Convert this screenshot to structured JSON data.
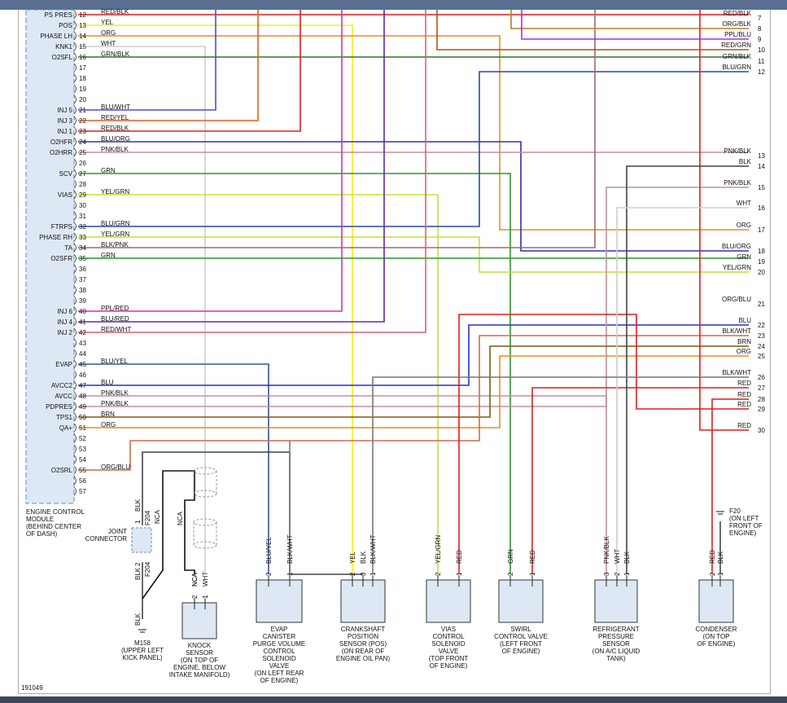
{
  "colors": {
    "RED": "#e21d1d",
    "BLK": "#444444",
    "YEL": "#f1f11a",
    "ORG": "#f08a1c",
    "WHT": "#cfcfcf",
    "GRN": "#2a9a2a",
    "BLU": "#2b2bd6",
    "PPL": "#cf2ed8",
    "BRN": "#7a5a10",
    "PNK": "#d89ab3",
    "RED/BLK": "#e21d1d",
    "RED/YEL": "#ee5a1a",
    "RED/WHT": "#e06070",
    "RED/GRN": "#b8501a",
    "RED/BLU": "#c02478",
    "BLU/WHT": "#4a4ae0",
    "BLU/ORG": "#3030b0",
    "BLU/GRN": "#2a4aa0",
    "BLU/RED": "#5a2ab0",
    "BLU/YEL": "#3a50a0",
    "BLK/WHT": "#777777",
    "BLK/PNK": "#a06a6a",
    "PNK/BLK": "#c090a0",
    "GRN/BLK": "#2a7a2a",
    "YEL/GRN": "#c8e034",
    "YEL/BLK": "#d8d820",
    "ORG/BLK": "#c07a2a",
    "ORG/BLU": "#d26a4a",
    "PPL/RED": "#e02ab0",
    "PPL/BLU": "#b02ae8",
    "GRN/YEL": "#7ac02a"
  },
  "ecm": {
    "label_lines": [
      "ENGINE CONTROL",
      "MODULE",
      "(BEHIND CENTER",
      "OF DASH)"
    ],
    "pins": [
      {
        "n": "12",
        "name": "PS PRES",
        "wire": "RED/BLK"
      },
      {
        "n": "13",
        "name": "POS",
        "wire": "YEL"
      },
      {
        "n": "14",
        "name": "PHASE LH",
        "wire": "ORG"
      },
      {
        "n": "15",
        "name": "KNK1",
        "wire": "WHT"
      },
      {
        "n": "16",
        "name": "O2SFL",
        "wire": "GRN/BLK"
      },
      {
        "n": "17",
        "name": "",
        "wire": ""
      },
      {
        "n": "18",
        "name": "",
        "wire": ""
      },
      {
        "n": "19",
        "name": "",
        "wire": ""
      },
      {
        "n": "20",
        "name": "",
        "wire": ""
      },
      {
        "n": "21",
        "name": "INJ 5",
        "wire": "BLU/WHT"
      },
      {
        "n": "22",
        "name": "INJ 3",
        "wire": "RED/YEL"
      },
      {
        "n": "23",
        "name": "INJ 1",
        "wire": "RED/BLK"
      },
      {
        "n": "24",
        "name": "O2HFR",
        "wire": "BLU/ORG"
      },
      {
        "n": "25",
        "name": "O2HRR",
        "wire": "PNK/BLK"
      },
      {
        "n": "26",
        "name": "",
        "wire": ""
      },
      {
        "n": "27",
        "name": "SCV",
        "wire": "GRN"
      },
      {
        "n": "28",
        "name": "",
        "wire": ""
      },
      {
        "n": "29",
        "name": "VIAS",
        "wire": "YEL/GRN"
      },
      {
        "n": "30",
        "name": "",
        "wire": ""
      },
      {
        "n": "31",
        "name": "",
        "wire": ""
      },
      {
        "n": "32",
        "name": "FTRPS",
        "wire": "BLU/GRN"
      },
      {
        "n": "33",
        "name": "PHASE RH",
        "wire": "YEL/GRN"
      },
      {
        "n": "34",
        "name": "TA",
        "wire": "BLK/PNK"
      },
      {
        "n": "35",
        "name": "O2SFR",
        "wire": "GRN"
      },
      {
        "n": "36",
        "name": "",
        "wire": ""
      },
      {
        "n": "37",
        "name": "",
        "wire": ""
      },
      {
        "n": "38",
        "name": "",
        "wire": ""
      },
      {
        "n": "39",
        "name": "",
        "wire": ""
      },
      {
        "n": "40",
        "name": "INJ 6",
        "wire": "PPL/RED"
      },
      {
        "n": "41",
        "name": "INJ 4",
        "wire": "BLU/RED"
      },
      {
        "n": "42",
        "name": "INJ 2",
        "wire": "RED/WHT"
      },
      {
        "n": "43",
        "name": "",
        "wire": ""
      },
      {
        "n": "44",
        "name": "",
        "wire": ""
      },
      {
        "n": "45",
        "name": "EVAP",
        "wire": "BLU/YEL"
      },
      {
        "n": "46",
        "name": "",
        "wire": ""
      },
      {
        "n": "47",
        "name": "AVCC2",
        "wire": "BLU"
      },
      {
        "n": "48",
        "name": "AVCC",
        "wire": "PNK/BLK"
      },
      {
        "n": "49",
        "name": "PDPRES",
        "wire": "PNK/BLK"
      },
      {
        "n": "50",
        "name": "TPS1",
        "wire": "BRN"
      },
      {
        "n": "51",
        "name": "QA+",
        "wire": "ORG"
      },
      {
        "n": "52",
        "name": "",
        "wire": ""
      },
      {
        "n": "53",
        "name": "",
        "wire": ""
      },
      {
        "n": "54",
        "name": "",
        "wire": ""
      },
      {
        "n": "55",
        "name": "O2SRL",
        "wire": "ORG/BLU"
      },
      {
        "n": "56",
        "name": "",
        "wire": ""
      },
      {
        "n": "57",
        "name": "",
        "wire": ""
      }
    ]
  },
  "right_terminals": [
    {
      "n": "7",
      "wire": "RED/BLK"
    },
    {
      "n": "8",
      "wire": "ORG/BLK"
    },
    {
      "n": "9",
      "wire": "PPL/BLU"
    },
    {
      "n": "10",
      "wire": "RED/GRN"
    },
    {
      "n": "11",
      "wire": "GRN/BLK"
    },
    {
      "n": "12",
      "wire": "BLU/GRN"
    },
    {
      "n": "13",
      "wire": "PNK/BLK"
    },
    {
      "n": "14",
      "wire": "BLK"
    },
    {
      "n": "15",
      "wire": "PNK/BLK"
    },
    {
      "n": "16",
      "wire": "WHT"
    },
    {
      "n": "17",
      "wire": "ORG"
    },
    {
      "n": "18",
      "wire": "BLU/ORG"
    },
    {
      "n": "19",
      "wire": "GRN"
    },
    {
      "n": "20",
      "wire": "YEL/GRN"
    },
    {
      "n": "21",
      "wire": "ORG/BLU"
    },
    {
      "n": "22",
      "wire": "BLU"
    },
    {
      "n": "23",
      "wire": "BLK/WHT"
    },
    {
      "n": "24",
      "wire": "BRN"
    },
    {
      "n": "25",
      "wire": "ORG"
    },
    {
      "n": "26",
      "wire": "BLK/WHT"
    },
    {
      "n": "27",
      "wire": "RED"
    },
    {
      "n": "28",
      "wire": "RED"
    },
    {
      "n": "29",
      "wire": "RED"
    },
    {
      "n": "30",
      "wire": "RED"
    }
  ],
  "components": [
    {
      "id": "knock",
      "lines": [
        "KNOCK",
        "SENSOR",
        "(ON TOP OF",
        "ENGINE, BELOW",
        "INTAKE MANIFOLD)"
      ],
      "pins": [
        "2",
        "1"
      ],
      "wires": [
        "NCA",
        "WHT"
      ]
    },
    {
      "id": "evap",
      "lines": [
        "EVAP",
        "CANISTER",
        "PURGE VOLUME",
        "CONTROL",
        "SOLENOID",
        "VALVE",
        "(ON LEFT REAR",
        "OF ENGINE)"
      ],
      "pins": [
        "2",
        "1"
      ],
      "wires": [
        "BLU/YEL",
        "BLK/WHT"
      ]
    },
    {
      "id": "crank",
      "lines": [
        "CRANKSHAFT",
        "POSITION",
        "SENSOR (POS)",
        "(ON REAR OF",
        "ENGINE OIL PAN)"
      ],
      "pins": [
        "2",
        "3",
        "1"
      ],
      "wires": [
        "YEL",
        "BLK",
        "BLK/WHT"
      ]
    },
    {
      "id": "vias",
      "lines": [
        "VIAS",
        "CONTROL",
        "SOLENOID",
        "VALVE",
        "(TOP FRONT",
        "OF ENGINE)"
      ],
      "pins": [
        "2",
        "1"
      ],
      "wires": [
        "YEL/GRN",
        "RED"
      ]
    },
    {
      "id": "swirl",
      "lines": [
        "SWIRL",
        "CONTROL VALVE",
        "(LEFT FRONT",
        "OF ENGINE)"
      ],
      "pins": [
        "2",
        "1"
      ],
      "wires": [
        "GRN",
        "RED"
      ]
    },
    {
      "id": "refrig",
      "lines": [
        "REFRIGERANT",
        "PRESSURE",
        "SENSOR",
        "(ON A/C LIQUID",
        "TANK)"
      ],
      "pins": [
        "3",
        "2",
        "1"
      ],
      "wires": [
        "PNK/BLK",
        "WHT",
        "BLK"
      ]
    },
    {
      "id": "condenser",
      "lines": [
        "CONDENSER",
        "(ON TOP",
        "OF ENGINE)"
      ],
      "pins": [
        "2",
        "1"
      ],
      "wires": [
        "RED",
        "BLK"
      ]
    }
  ],
  "joint_connector": {
    "lines": [
      "JOINT",
      "CONNECTOR"
    ],
    "top_pin": "1",
    "bottom_pin": "2",
    "top_wire": "BLK",
    "bottom_wire": "BLK",
    "f204": "F204",
    "nca": "NCA"
  },
  "ground_m158": {
    "lines": [
      "M158",
      "(UPPER LEFT",
      "KICK PANEL)"
    ],
    "wire": "BLK"
  },
  "ground_f20": {
    "lines": [
      "F20",
      "(ON LEFT",
      "FRONT OF",
      "ENGINE)"
    ]
  },
  "shield_label": "NCA",
  "figure_id": "191049"
}
